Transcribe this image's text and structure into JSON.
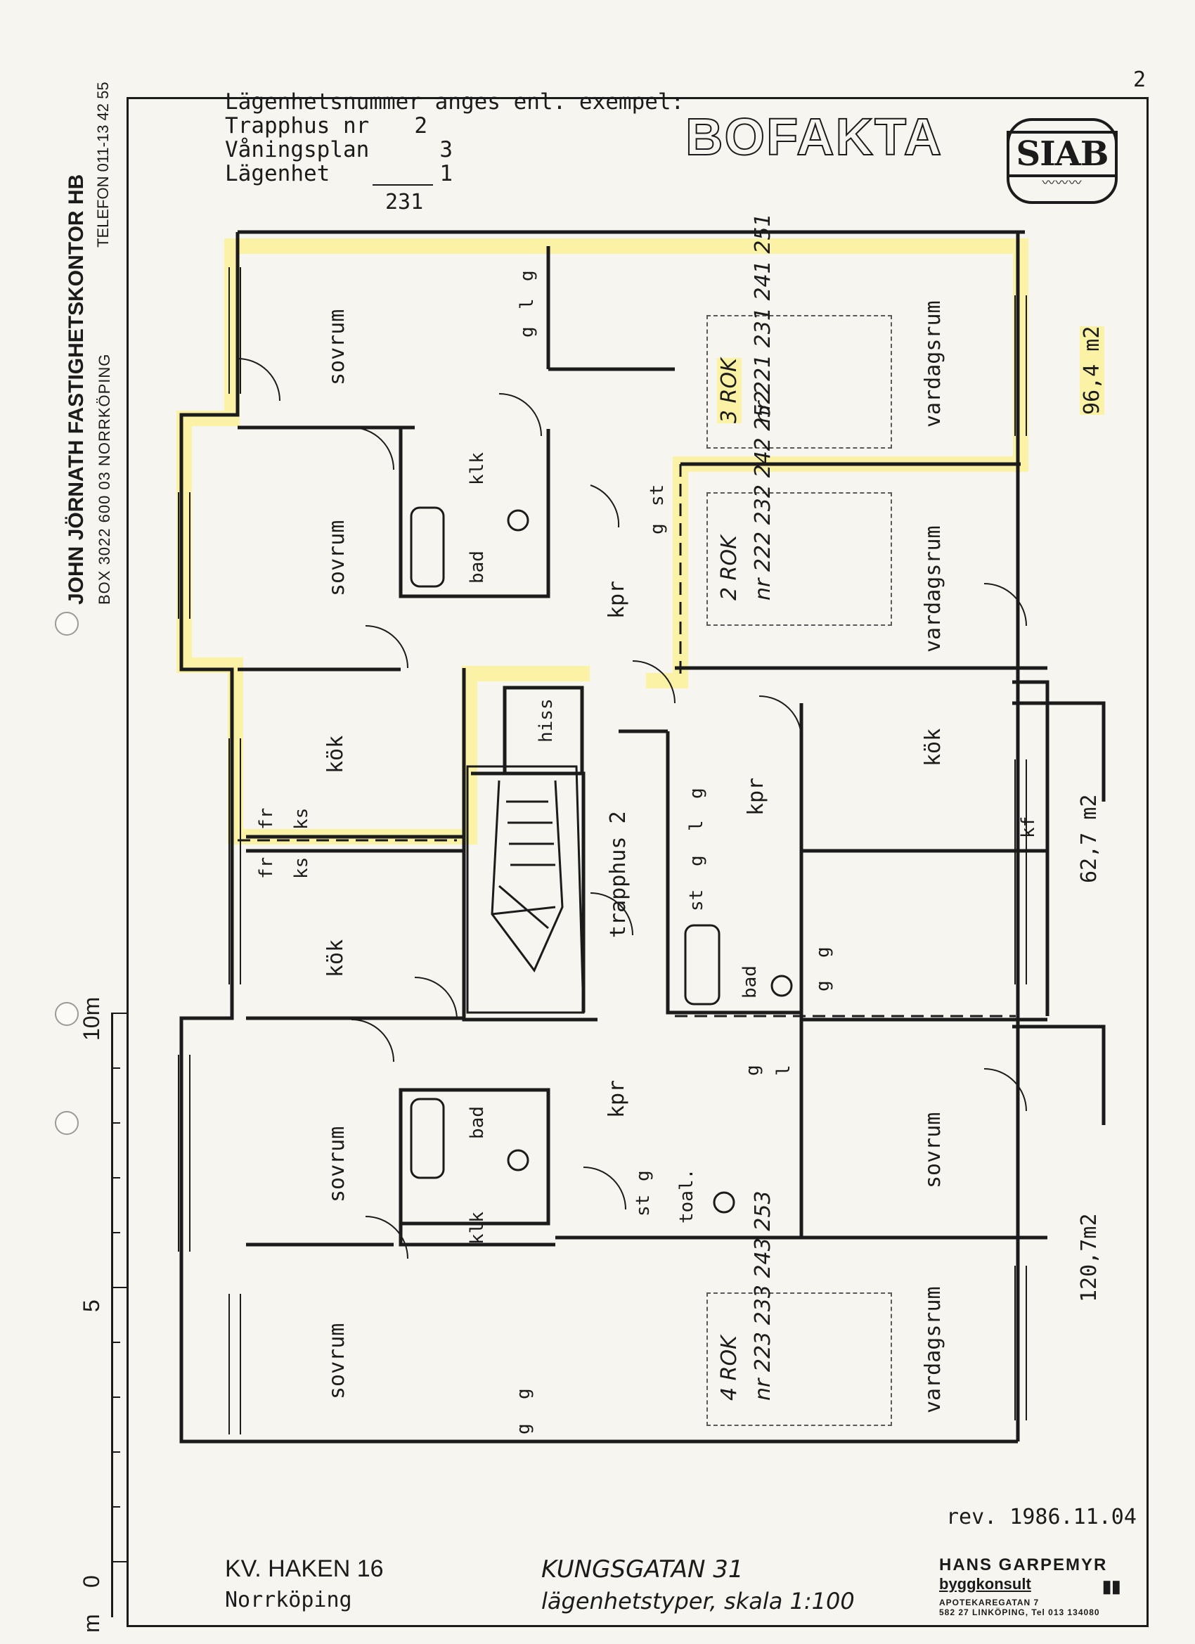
{
  "page_number": "2",
  "legend": {
    "title": "Lägenhetsnummer anges enl. exempel:",
    "rows": [
      {
        "label": "Trapphus nr",
        "value": "2"
      },
      {
        "label": "Våningsplan",
        "value": "3"
      },
      {
        "label": "Lägenhet",
        "value": "1"
      }
    ],
    "result": "231"
  },
  "brand": {
    "bofakta": "BOFAKTA",
    "siab": "SIAB"
  },
  "company": {
    "name": "JOHN JÖRNATH FASTIGHETSKONTOR HB",
    "address": "BOX 3022    600 03 NORRKÖPING",
    "phone": "TELEFON 011-13 42 55"
  },
  "scale": {
    "unit": "m",
    "labels": [
      "0",
      "5",
      "10m"
    ]
  },
  "rooms": {
    "sovrum": "sovrum",
    "vardagsrum": "vardagsrum",
    "kok": "kök",
    "kpr": "kpr",
    "bad": "bad",
    "klk": "klk",
    "hiss": "hiss",
    "trapphus": "trapphus 2",
    "toal": "toal.",
    "fr": "fr",
    "ks": "ks",
    "kf": "kf",
    "st": "st",
    "g": "g",
    "l": "l"
  },
  "apartments": [
    {
      "type": "3 ROK",
      "numbers": "nr 221  231  241  251",
      "area": "96,4 m2"
    },
    {
      "type": "2 ROK",
      "numbers": "nr 222  232  242  252",
      "area": "62,7 m2"
    },
    {
      "type": "4 ROK",
      "numbers": "nr 223  233  243  253",
      "area": "120,7m2"
    }
  ],
  "revision": "rev. 1986.11.04",
  "footer": {
    "block": "KV. HAKEN 16",
    "city": "Norrköping",
    "street": "KUNGSGATAN 31",
    "subtitle": "lägenhetstyper, skala 1:100",
    "consultant_name": "HANS GARPEMYR",
    "consultant_title": "byggkonsult",
    "consultant_street": "APOTEKAREGATAN 7",
    "consultant_city": "582 27 LINKÖPING, Tel 013 134080"
  }
}
